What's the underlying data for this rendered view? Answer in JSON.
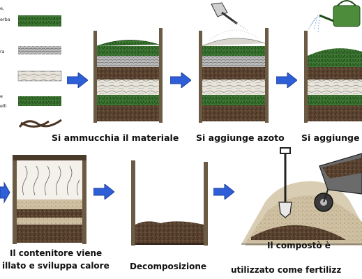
{
  "legend": {
    "labels": [
      "e,",
      "erba",
      "ra",
      "e",
      "elli"
    ]
  },
  "steps": [
    {
      "caption": "Si ammucchia il materiale"
    },
    {
      "caption": "Si aggiunge azoto"
    },
    {
      "caption": "Si aggiunge"
    },
    {
      "caption_lines": [
        "Il contenitore viene",
        "illato e sviluppa calore"
      ]
    },
    {
      "caption": "Decomposizione"
    },
    {
      "caption_lines": [
        "Il compostò è",
        "utilizzato come fertilizz"
      ]
    }
  ],
  "colors": {
    "arrow": "#2e5fd8",
    "soil_dark": "#3b2a1e",
    "soil_brown": "#7a5a3a",
    "soil_light": "#c8b89a",
    "green": "#2f6b2a",
    "stake": "#6b5a44"
  }
}
